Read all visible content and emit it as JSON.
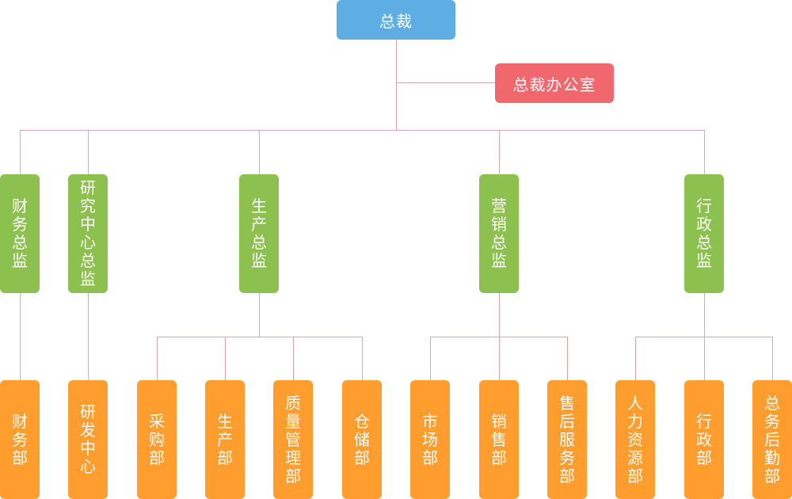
{
  "ceo": {
    "label": "总裁"
  },
  "office": {
    "label": "总裁办公室"
  },
  "directors": [
    {
      "label": "财务总监"
    },
    {
      "label": "研究中心总监"
    },
    {
      "label": "生产总监"
    },
    {
      "label": "营销总监"
    },
    {
      "label": "行政总监"
    }
  ],
  "departments": [
    {
      "label": "财务部"
    },
    {
      "label": "研发中心"
    },
    {
      "label": "采购部"
    },
    {
      "label": "生产部"
    },
    {
      "label": "质量管理部"
    },
    {
      "label": "仓储部"
    },
    {
      "label": "市场部"
    },
    {
      "label": "销售部"
    },
    {
      "label": "售后服务部"
    },
    {
      "label": "人力资源部"
    },
    {
      "label": "行政部"
    },
    {
      "label": "总务后勤部"
    }
  ],
  "colors": {
    "ceo": "#5eaee3",
    "office": "#f0686d",
    "director": "#8cc04f",
    "department": "#ff9d2f",
    "connector": "#d8a9a9"
  }
}
